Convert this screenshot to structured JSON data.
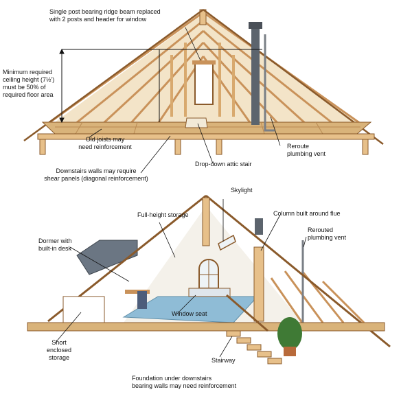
{
  "colors": {
    "wood": "#e7c08a",
    "wood_dark": "#c9925a",
    "wood_edge": "#8a5a2b",
    "floor": "#d9b37a",
    "shingle": "#6b7683",
    "flue": "#5c646d",
    "carpet": "#8fbcd6",
    "wall": "#f4f1ea",
    "sky": "#eef3f6",
    "plant": "#3f7a35",
    "pot": "#b86a3a",
    "ink": "#111111"
  },
  "upper_diagram": {
    "labels": {
      "ridge_beam": "Single post bearing ridge beam replaced\nwith 2 posts and header for window",
      "ceiling_height": "Minimum required\nceiling height (7½')\nmust be 50% of\nrequired floor area",
      "old_joists": "Old joists may\nneed reinforcement",
      "shear_panels": "Downstairs walls may require\nshear panels (diagonal reinforcement)",
      "attic_stair": "Drop-down attic stair",
      "plumbing_vent": "Reroute\nplumbing vent"
    }
  },
  "lower_diagram": {
    "labels": {
      "skylight": "Skylight",
      "full_height_storage": "Full-height storage",
      "column_flue": "Column built around flue",
      "rerouted_vent": "Rerouted\nplumbing vent",
      "dormer": "Dormer with\nbuilt-in desk",
      "window_seat": "Window seat",
      "short_storage": "Short\nenclosed\nstorage",
      "stairway": "Stairway",
      "foundation": "Foundation under downstairs\nbearing walls may need reinforcement"
    }
  }
}
